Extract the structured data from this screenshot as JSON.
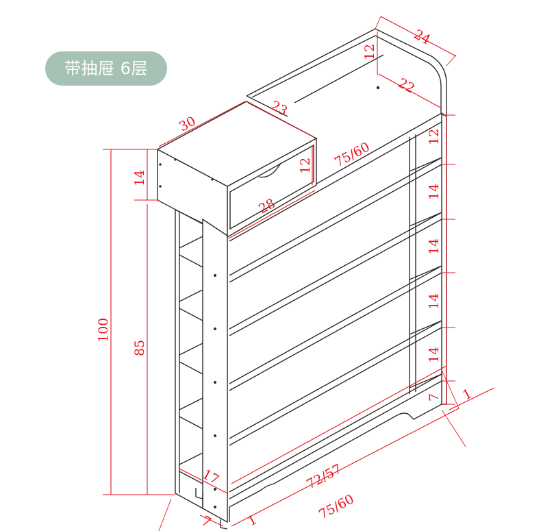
{
  "badge": {
    "label": "带抽屉 6层"
  },
  "colors": {
    "dimension": "#e8141c",
    "line": "#2a2a2a",
    "badge_bg": "#a6c2b4"
  },
  "dimensions": {
    "back_width": "24",
    "back_top": "12",
    "top_depth": "22",
    "drawer_width": "30",
    "drawer_depth": "23",
    "drawer_height": "12",
    "drawer_front": "28",
    "top_length": "75/60",
    "drawer_side": "14",
    "shelf_gap_1": "12",
    "shelf_gap_2": "14",
    "shelf_gap_3": "14",
    "shelf_gap_4": "14",
    "shelf_gap_5": "14",
    "foot_height": "7",
    "foot_thickness": "1",
    "total_height": "100",
    "side_height": "85",
    "depth": "17",
    "inner_length": "72/57",
    "base_length": "75/60",
    "base_side": "7",
    "base_end": "1"
  }
}
